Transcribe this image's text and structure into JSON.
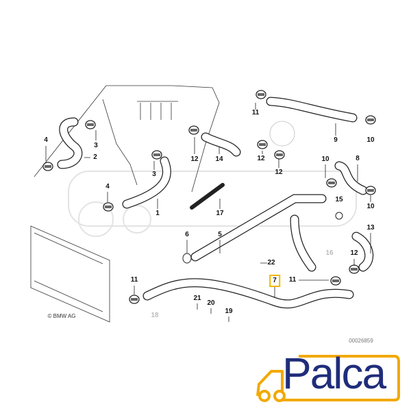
{
  "diagram": {
    "labels": [
      "11",
      "9",
      "10",
      "4",
      "3",
      "2",
      "12",
      "14",
      "12",
      "12",
      "10",
      "8",
      "3",
      "4",
      "10",
      "15",
      "1",
      "17",
      "13",
      "6",
      "5",
      "16",
      "12",
      "22",
      "7",
      "11",
      "11",
      "21",
      "20",
      "19",
      "18"
    ],
    "highlighted_part": "7",
    "copyright": "© BMW AG",
    "drawing_code": "00026859"
  },
  "logo": {
    "text": "Palca",
    "colors": {
      "text": "#1f2d7b",
      "car": "#f2a900"
    }
  }
}
